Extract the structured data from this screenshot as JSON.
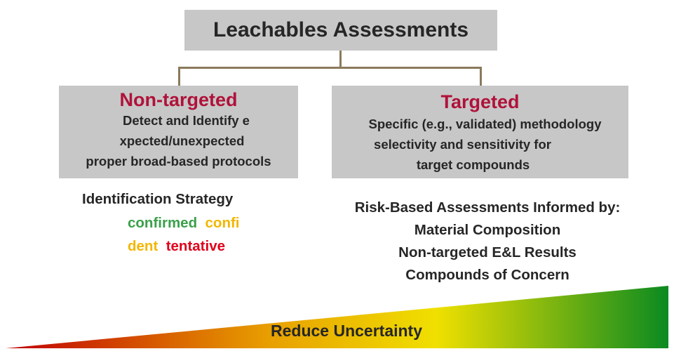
{
  "title": "Leachables Assessments",
  "non_targeted": {
    "heading": "Non-targeted",
    "lines": [
      "Detect and Identify  e",
      "xpected/unexpected",
      "proper broad-based protocols"
    ]
  },
  "targeted": {
    "heading": "Targeted",
    "lines": [
      "Specific (e.g., validated) methodology",
      "selectivity and  sensitivity for",
      "target compounds"
    ]
  },
  "identification": {
    "heading": "Identification Strategy",
    "confirmed": "confirmed",
    "confi": "confi",
    "dent": "dent",
    "tentative": "tentative",
    "colors": {
      "confirmed": "#3aa04a",
      "confident": "#f2b600",
      "tentative": "#e0001b"
    }
  },
  "risk": {
    "heading": "Risk-Based Assessments Informed by:",
    "items": [
      "Material Composition",
      "Non-targeted E&L Results",
      "Compounds of Concern"
    ]
  },
  "uncertainty": {
    "label": "Reduce Uncertainty",
    "gradient_colors": [
      "#c00000",
      "#e8a000",
      "#f0e000",
      "#0a8a20"
    ]
  }
}
